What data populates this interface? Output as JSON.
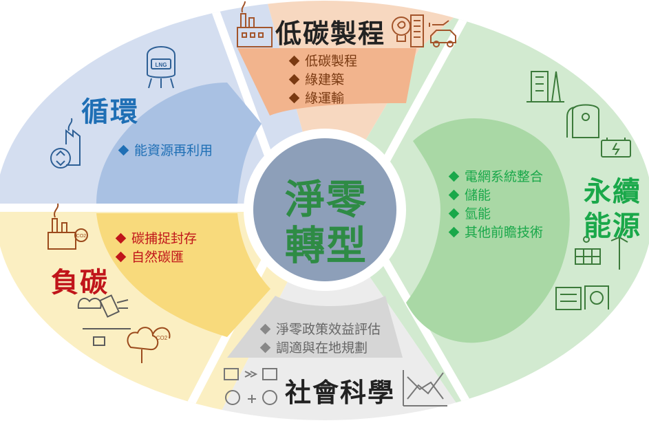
{
  "center": {
    "line1": "淨零",
    "line2": "轉型",
    "color": "#2e8b45",
    "fill": "#8d9fb9"
  },
  "sections": {
    "low_carbon": {
      "title": "低碳製程",
      "title_color": "#222222",
      "item_color": "#7a3a12",
      "items": [
        "低碳製程",
        "綠建築",
        "綠運輸"
      ],
      "icons": [
        "factory-icon",
        "leaf-bulb-icon",
        "building-icon",
        "electric-car-icon"
      ]
    },
    "circular": {
      "title": "循環",
      "title_color": "#1f6fb5",
      "item_color": "#1f6fb5",
      "items": [
        "能資源再利用"
      ],
      "icons": [
        "lng-tank-icon",
        "recycle-factory-icon"
      ]
    },
    "sustainable": {
      "title_line1": "永續",
      "title_line2": "能源",
      "title_color": "#1aa84a",
      "item_color": "#1aa84a",
      "items": [
        "電網系統整合",
        "儲能",
        "氫能",
        "其他前瞻技術"
      ],
      "icons": [
        "power-plant-icon",
        "hydrogen-tank-icon",
        "battery-icon",
        "solar-wind-icon",
        "hydro-plant-icon"
      ]
    },
    "negative": {
      "title": "負碳",
      "title_color": "#c0151a",
      "item_color": "#c0151a",
      "items": [
        "碳捕捉封存",
        "自然碳匯"
      ],
      "icons": [
        "carbon-capture-factory-icon",
        "carbon-filter-icon",
        "co2-tree-icon"
      ]
    },
    "social": {
      "title": "社會科學",
      "title_color": "#222222",
      "item_color": "#666666",
      "items": [
        "淨零政策效益評估",
        "調適與在地規劃"
      ],
      "icons": [
        "community-icon",
        "trend-chart-icon"
      ]
    }
  },
  "colors": {
    "blue_outer": "#d4def0",
    "blue_inner": "#a9c1e3",
    "orange_outer": "#f7d8c0",
    "orange_inner": "#f2b48d",
    "green_outer": "#d2ead0",
    "green_inner": "#a9d8a5",
    "yellow_outer": "#fbefc2",
    "yellow_inner": "#f8da7c",
    "gray_outer": "#ececec",
    "gray_inner": "#d6d6d6"
  }
}
